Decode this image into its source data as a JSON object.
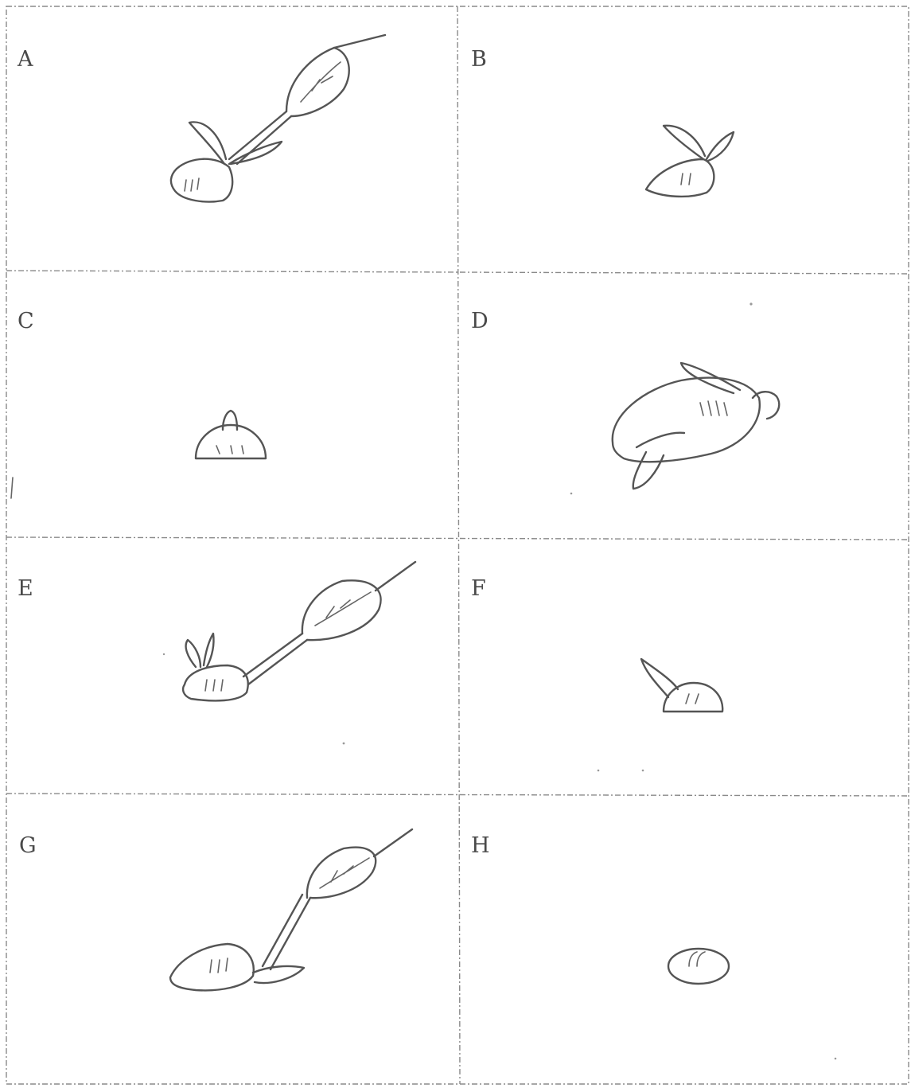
{
  "panels": [
    {
      "label": "A",
      "stage": "seedling-large-leaf"
    },
    {
      "label": "B",
      "stage": "seed-with-two-leaves"
    },
    {
      "label": "C",
      "stage": "seed-sprouting"
    },
    {
      "label": "D",
      "stage": "swollen-seed-with-leaves"
    },
    {
      "label": "E",
      "stage": "seedling-stalk-leaf"
    },
    {
      "label": "F",
      "stage": "seed-with-one-leaf"
    },
    {
      "label": "G",
      "stage": "seedling-tall-stalk"
    },
    {
      "label": "H",
      "stage": "seed"
    }
  ],
  "colors": {
    "ink": "#555555",
    "grid": "#8a8a8a",
    "background": "#ffffff"
  }
}
